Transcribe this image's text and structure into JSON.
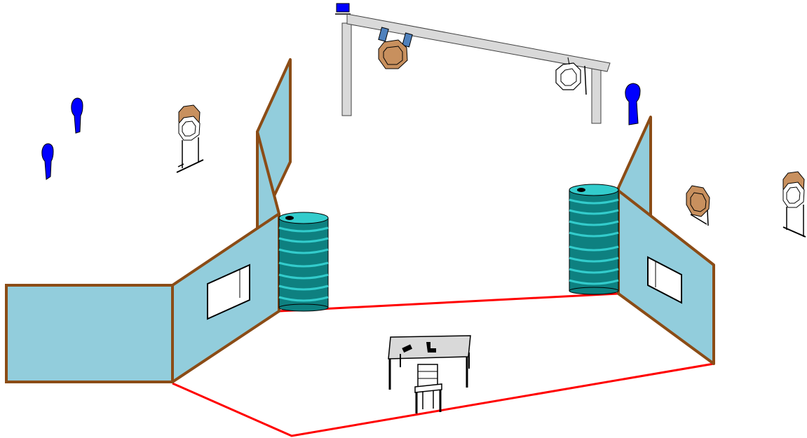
{
  "title": "",
  "colors": {
    "background": "#ffffff",
    "wall_fill": "#92cddc",
    "wall_border": "#8b4c16",
    "fault_line": "#ff0000",
    "barrel_fill": "#0e8080",
    "barrel_hoop": "#33cccc",
    "popper_fill": "#0000ff",
    "steel_plate_fill": "#c8905e",
    "no_shoot_fill": "#ffffff",
    "frame_fill": "#d9d9d9",
    "table_fill": "#d9d9d9",
    "window_fill": "#ffffff"
  },
  "legend": [],
  "scene": {
    "description_visible_text": [],
    "objects": [
      "left-wall-panel",
      "left-angled-wall-panel",
      "left-tall-wall-panel",
      "right-angled-wall-panel",
      "right-tall-wall-panel",
      "left-window",
      "right-window",
      "left-barrel-stack",
      "right-barrel-stack",
      "fault-line",
      "table",
      "chair",
      "pistol-on-table",
      "magazine-on-table",
      "overhead-frame",
      "hanging-steel-plate",
      "hanging-no-shoot-plate",
      "popper-left-1",
      "popper-left-2",
      "popper-right",
      "target-stand-left",
      "steel-plate-right",
      "target-stand-right"
    ]
  }
}
